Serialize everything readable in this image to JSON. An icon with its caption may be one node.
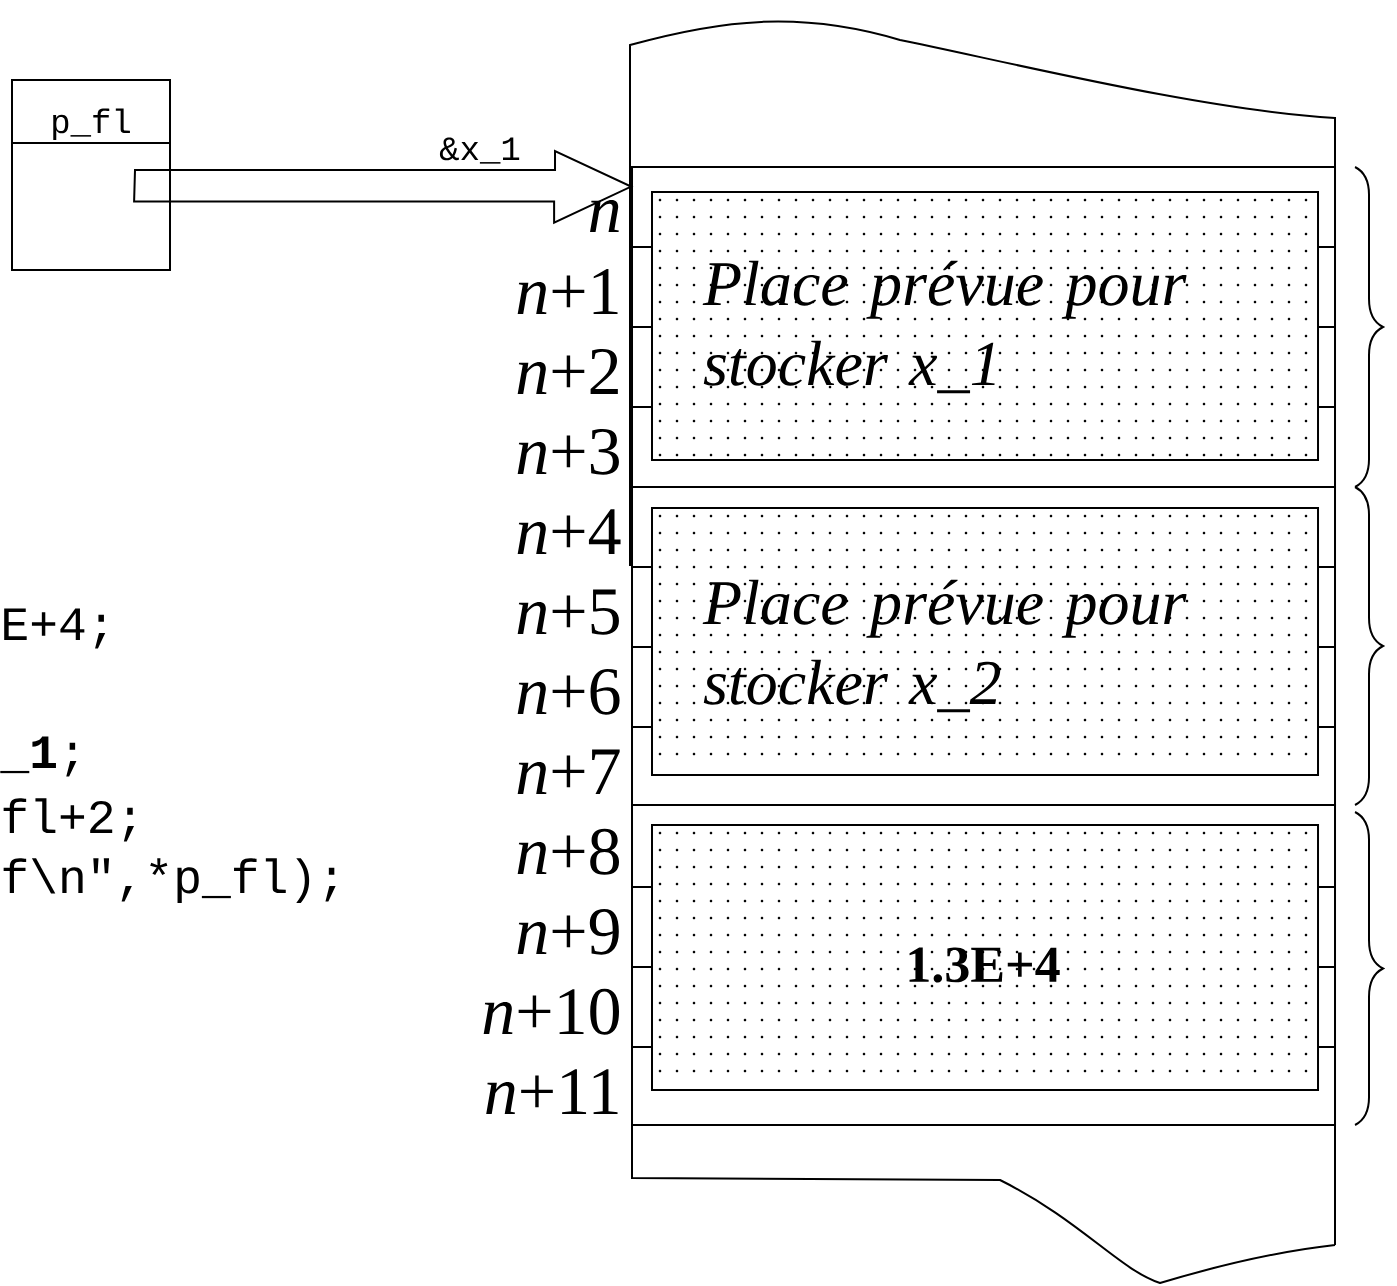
{
  "diagram": {
    "nodes": [
      {
        "text": [
          "p_fl"
        ]
      },
      {
        "text": [],
        "shape": "box"
      },
      {
        "text": [
          "Place prévue pour stocker x_1"
        ],
        "in": 1
      },
      {
        "text": [
          "Place prévue pour stocker x_2"
        ],
        "in": 1
      },
      {
        "text": [
          "1.3E+4"
        ],
        "in": 1
      }
    ],
    "edges": [
      {
        "from": 0,
        "to": 2,
        "arrow": "to",
        "label": "&x_1"
      }
    ],
    "labels": [
      "n",
      "*n*+1",
      "*n*+2",
      "*n*+3",
      "*n*+4",
      "*n*+5",
      "*n*+6",
      "*n*+7",
      "*n*+8",
      "*n*+9",
      "*n*+10",
      "*n*+11",
      "E+4;",
      "**_1**;",
      "fl+2;",
      "f\\n\",*p_fl);"
    ]
  }
}
